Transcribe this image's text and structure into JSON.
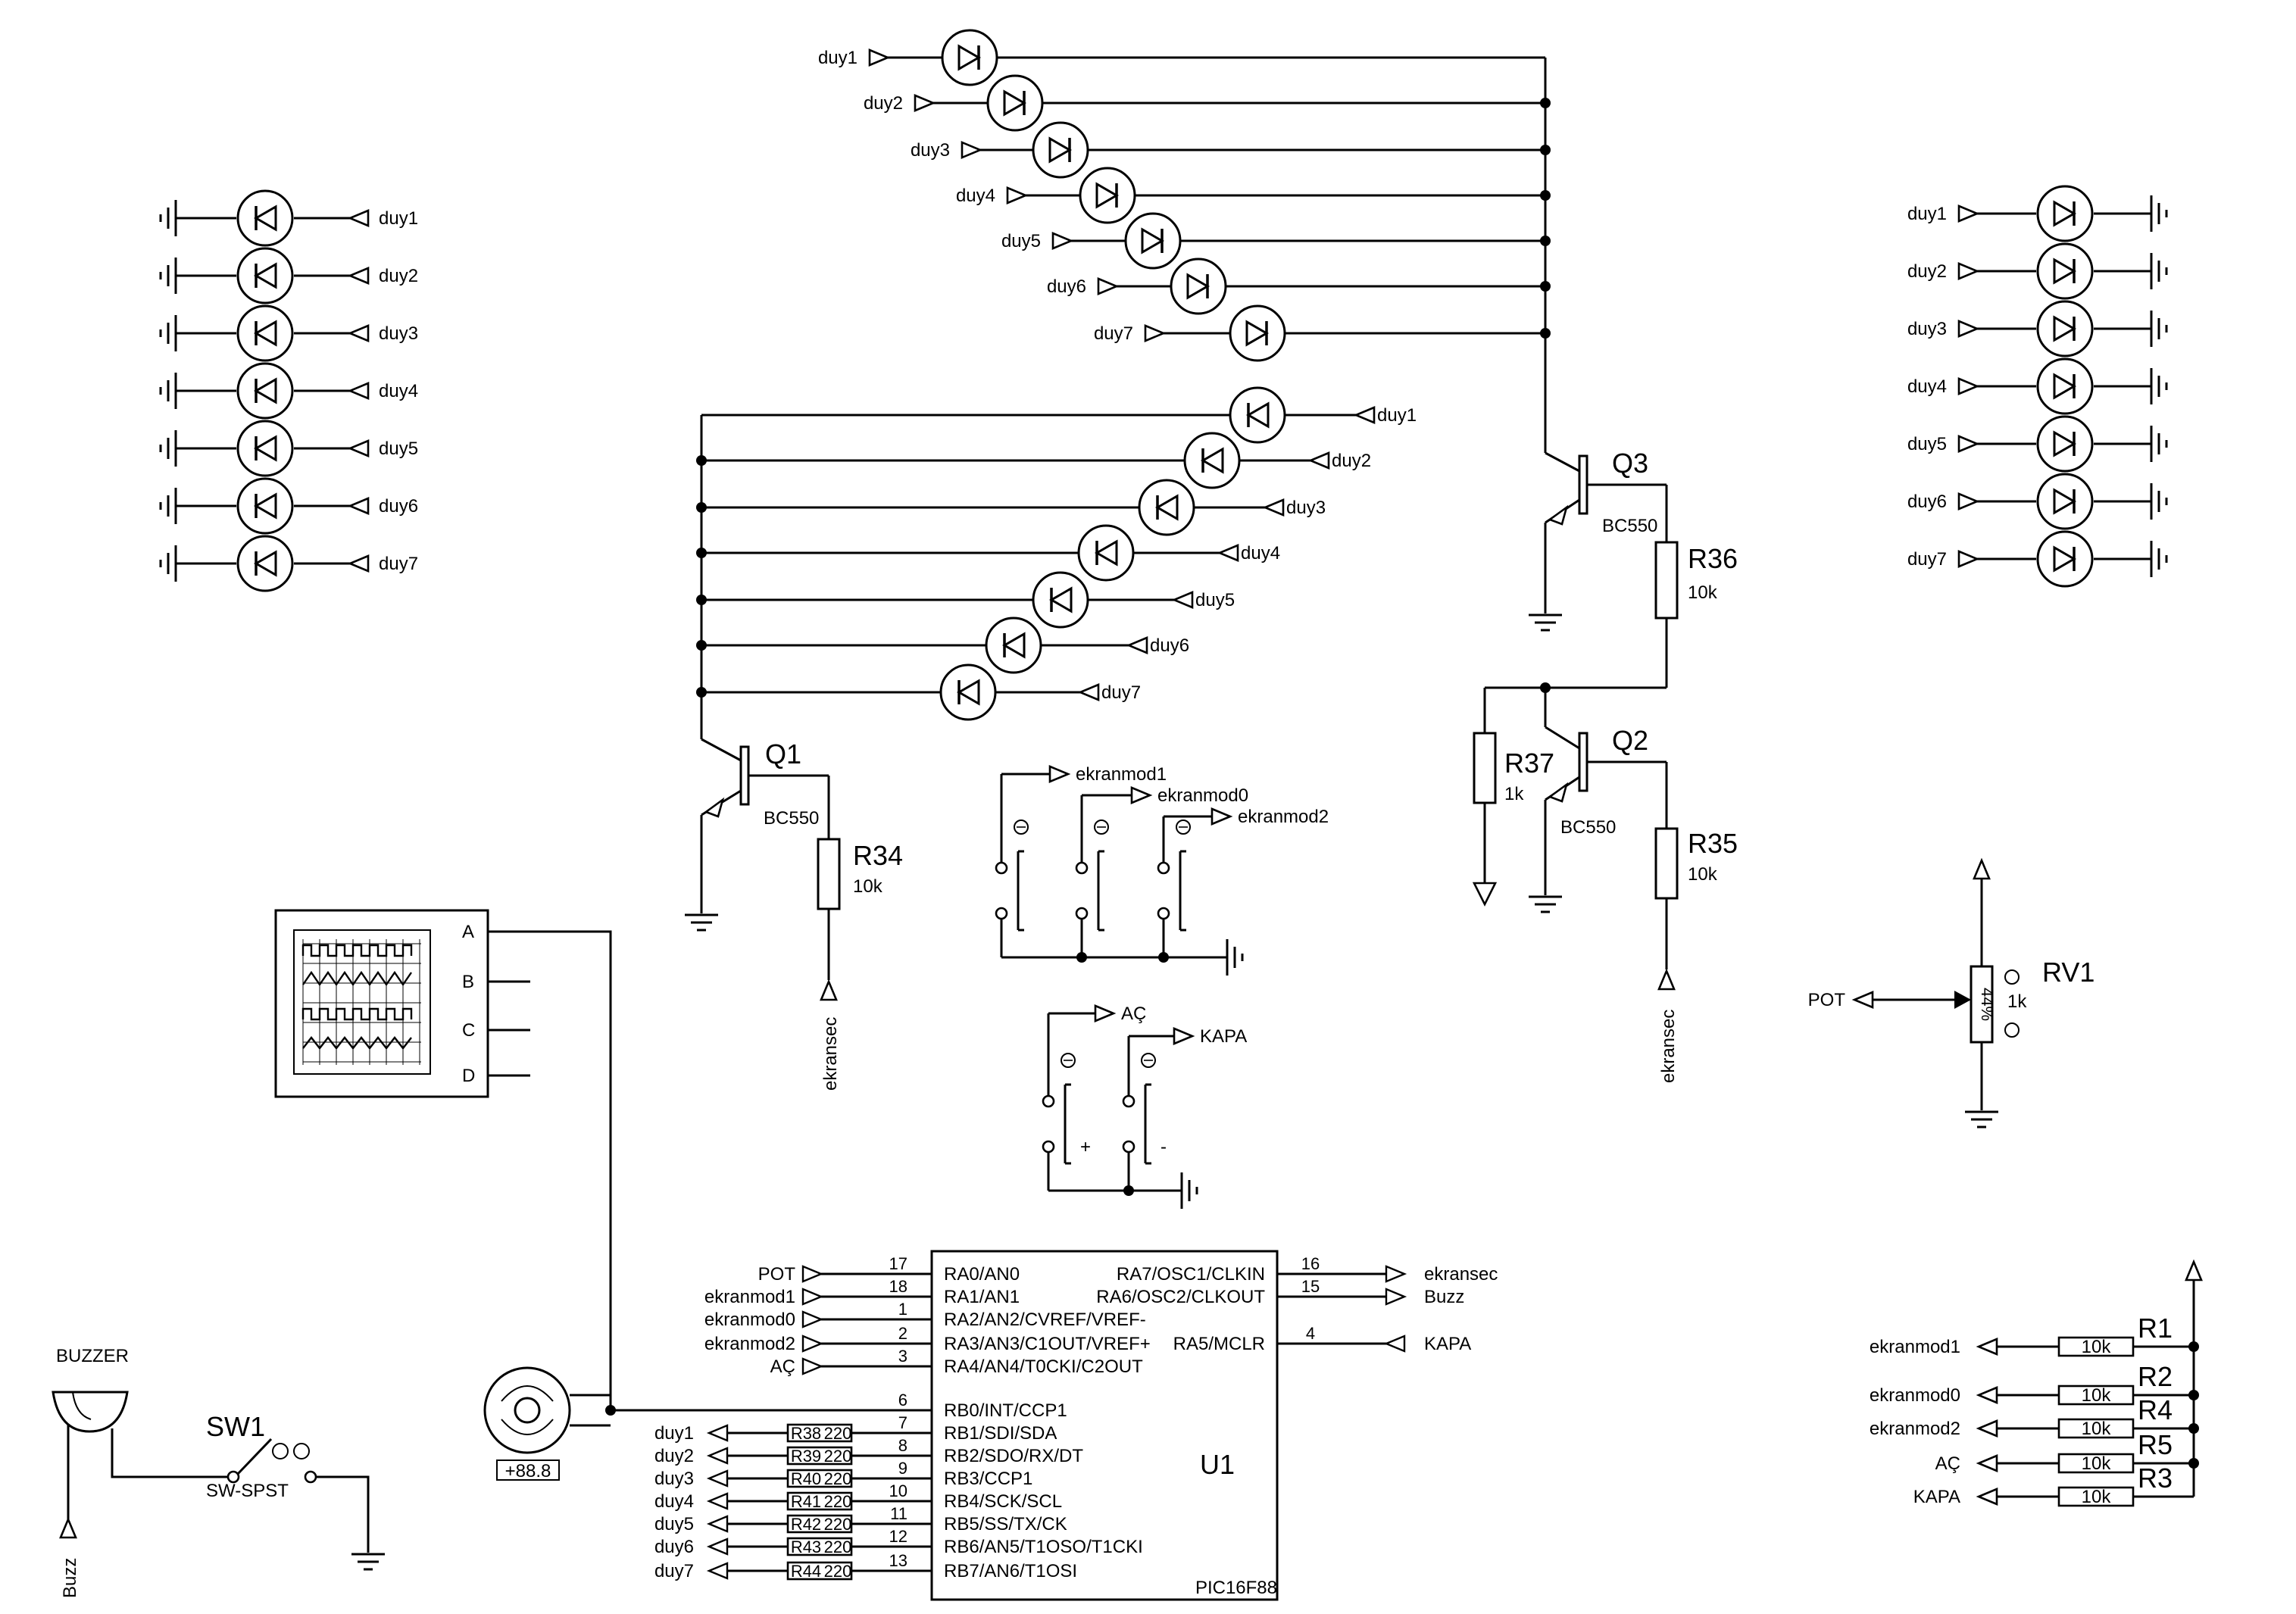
{
  "duy_labels": [
    "duy1",
    "duy2",
    "duy3",
    "duy4",
    "duy5",
    "duy6",
    "duy7"
  ],
  "transistors": {
    "q1": {
      "ref": "Q1",
      "value": "BC550"
    },
    "q2": {
      "ref": "Q2",
      "value": "BC550"
    },
    "q3": {
      "ref": "Q3",
      "value": "BC550"
    }
  },
  "resistors": {
    "r34": {
      "ref": "R34",
      "value": "10k"
    },
    "r35": {
      "ref": "R35",
      "value": "10k"
    },
    "r36": {
      "ref": "R36",
      "value": "10k"
    },
    "r37": {
      "ref": "R37",
      "value": "1k"
    }
  },
  "nets": {
    "ekransec": "ekransec",
    "ekranmod1": "ekranmod1",
    "ekranmod0": "ekranmod0",
    "ekranmod2": "ekranmod2",
    "ac": "AÇ",
    "kapa": "KAPA",
    "pot": "POT",
    "buzz": "Buzz"
  },
  "button_marks": {
    "plus": "+",
    "minus": "-"
  },
  "oscilloscope": {
    "channels": [
      "A",
      "B",
      "C",
      "D"
    ]
  },
  "motor": {
    "display": "+88.8"
  },
  "buzzer": {
    "label": "BUZZER"
  },
  "switch": {
    "ref": "SW1",
    "value": "SW-SPST"
  },
  "pot": {
    "ref": "RV1",
    "value": "1k",
    "percent": "44%",
    "level": 0.44
  },
  "pullups": [
    {
      "net": "ekranmod1",
      "ref": "R1",
      "value": "10k"
    },
    {
      "net": "ekranmod0",
      "ref": "R2",
      "value": "10k"
    },
    {
      "net": "ekranmod2",
      "ref": "R4",
      "value": "10k"
    },
    {
      "net": "AÇ",
      "ref": "R5",
      "value": "10k"
    },
    {
      "net": "KAPA",
      "ref": "R3",
      "value": "10k"
    }
  ],
  "mcu": {
    "ref": "U1",
    "part": "PIC16F88",
    "left_pins": [
      {
        "num": "17",
        "name": "RA0/AN0",
        "net": "POT"
      },
      {
        "num": "18",
        "name": "RA1/AN1",
        "net": "ekranmod1"
      },
      {
        "num": "1",
        "name": "RA2/AN2/CVREF/VREF-",
        "net": "ekranmod0"
      },
      {
        "num": "2",
        "name": "RA3/AN3/C1OUT/VREF+",
        "net": "ekranmod2"
      },
      {
        "num": "3",
        "name": "RA4/AN4/T0CKI/C2OUT",
        "net": "AÇ"
      },
      {
        "num": "6",
        "name": "RB0/INT/CCP1",
        "net": ""
      },
      {
        "num": "7",
        "name": "RB1/SDI/SDA",
        "net": "duy1",
        "res": "R38",
        "rval": "220"
      },
      {
        "num": "8",
        "name": "RB2/SDO/RX/DT",
        "net": "duy2",
        "res": "R39",
        "rval": "220"
      },
      {
        "num": "9",
        "name": "RB3/CCP1",
        "net": "duy3",
        "res": "R40",
        "rval": "220"
      },
      {
        "num": "10",
        "name": "RB4/SCK/SCL",
        "net": "duy4",
        "res": "R41",
        "rval": "220"
      },
      {
        "num": "11",
        "name": "RB5/SS/TX/CK",
        "net": "duy5",
        "res": "R42",
        "rval": "220"
      },
      {
        "num": "12",
        "name": "RB6/AN5/T1OSO/T1CKI",
        "net": "duy6",
        "res": "R43",
        "rval": "220"
      },
      {
        "num": "13",
        "name": "RB7/AN6/T1OSI",
        "net": "duy7",
        "res": "R44",
        "rval": "220"
      }
    ],
    "right_pins": [
      {
        "num": "16",
        "name": "RA7/OSC1/CLKIN",
        "net": "ekransec"
      },
      {
        "num": "15",
        "name": "RA6/OSC2/CLKOUT",
        "net": "Buzz"
      },
      {
        "num": "4",
        "name": "RA5/MCLR",
        "net": "KAPA"
      }
    ]
  }
}
